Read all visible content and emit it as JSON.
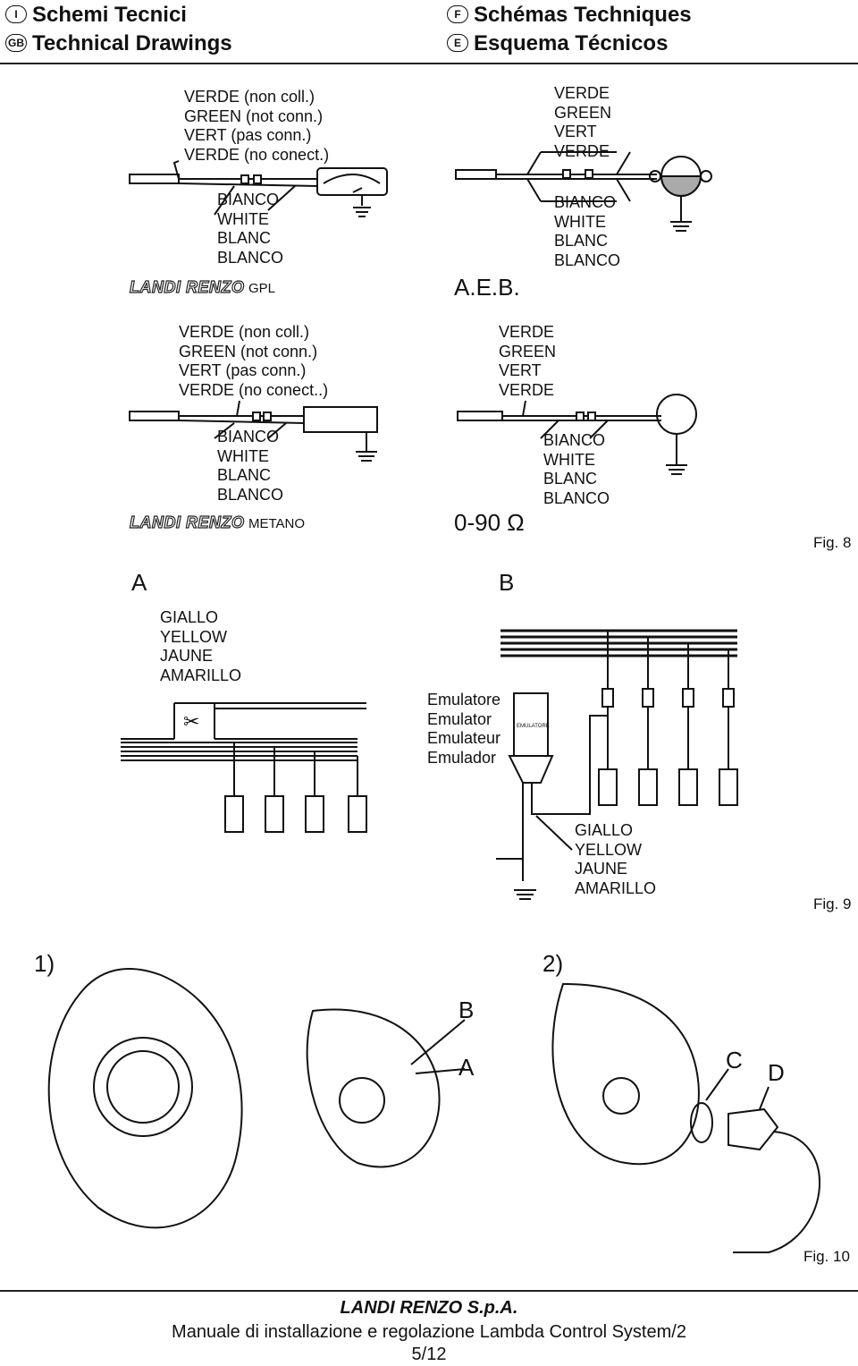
{
  "header": {
    "left": [
      {
        "badge": "I",
        "title": "Schemi Tecnici"
      },
      {
        "badge": "GB",
        "title": "Technical Drawings"
      }
    ],
    "right": [
      {
        "badge": "F",
        "title": "Schémas Techniques"
      },
      {
        "badge": "E",
        "title": "Esquema Técnicos"
      }
    ]
  },
  "fig8": {
    "gpl_green": [
      "VERDE (non coll.)",
      "GREEN (not conn.)",
      "VERT (pas conn.)",
      "VERDE (no conect.)"
    ],
    "gpl_white": [
      "BIANCO",
      "WHITE",
      "BLANC",
      "BLANCO"
    ],
    "gpl_brand": "LANDI RENZO",
    "gpl_type": "GPL",
    "aeb_green": [
      "VERDE",
      "GREEN",
      "VERT",
      "VERDE"
    ],
    "aeb_white": [
      "BIANCO",
      "WHITE",
      "BLANC",
      "BLANCO"
    ],
    "aeb_label": "A.E.B.",
    "met_green": [
      "VERDE (non coll.)",
      "GREEN (not conn.)",
      "VERT (pas conn.)",
      "VERDE (no conect..)"
    ],
    "met_white": [
      "BIANCO",
      "WHITE",
      "BLANC",
      "BLANCO"
    ],
    "met_brand": "LANDI RENZO",
    "met_type": "METANO",
    "ohm_green": [
      "VERDE",
      "GREEN",
      "VERT",
      "VERDE"
    ],
    "ohm_white": [
      "BIANCO",
      "WHITE",
      "BLANC",
      "BLANCO"
    ],
    "ohm_label": "0-90 Ω",
    "caption": "Fig. 8"
  },
  "fig9": {
    "label_a": "A",
    "label_b": "B",
    "yellow_a": [
      "GIALLO",
      "YELLOW",
      "JAUNE",
      "AMARILLO"
    ],
    "emulator": [
      "Emulatore",
      "Emulator",
      "Emulateur",
      "Emulador"
    ],
    "emulator_box": "EMULATORE",
    "yellow_b": [
      "GIALLO",
      "YELLOW",
      "JAUNE",
      "AMARILLO"
    ],
    "caption": "Fig. 9"
  },
  "fig10": {
    "step1": "1)",
    "step2": "2)",
    "part_b": "B",
    "part_a": "A",
    "part_c": "C",
    "part_d": "D",
    "caption": "Fig. 10"
  },
  "footer": {
    "company": "LANDI RENZO S.p.A.",
    "manual": "Manuale di installazione e regolazione Lambda Control System/2",
    "page": "5/12"
  }
}
